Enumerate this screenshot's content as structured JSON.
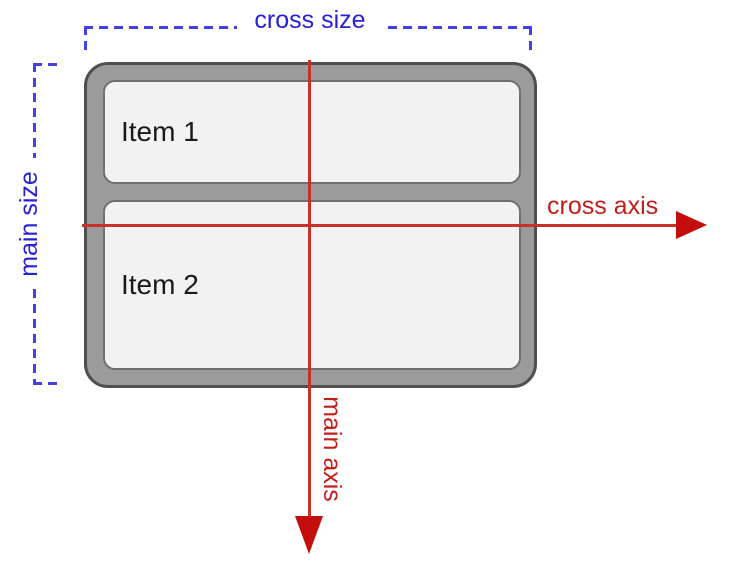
{
  "diagram": {
    "type": "flexbox-column-axes",
    "labels": {
      "cross_size": "cross size",
      "main_size": "main size",
      "cross_axis": "cross axis",
      "main_axis": "main axis"
    },
    "container": {
      "items": [
        {
          "label": "Item 1"
        },
        {
          "label": "Item 2"
        }
      ]
    },
    "colors": {
      "blue_label": "#2621d9",
      "blue_dashed": "#4440e8",
      "red_label": "#c21f1a",
      "red_axis_line": "#c8302a",
      "red_arrowhead": "#c40e0e",
      "container_fill": "#9b9b9b",
      "container_border": "#4f4f4f",
      "item_fill": "#f2f2f2",
      "item_border": "#707070"
    }
  }
}
